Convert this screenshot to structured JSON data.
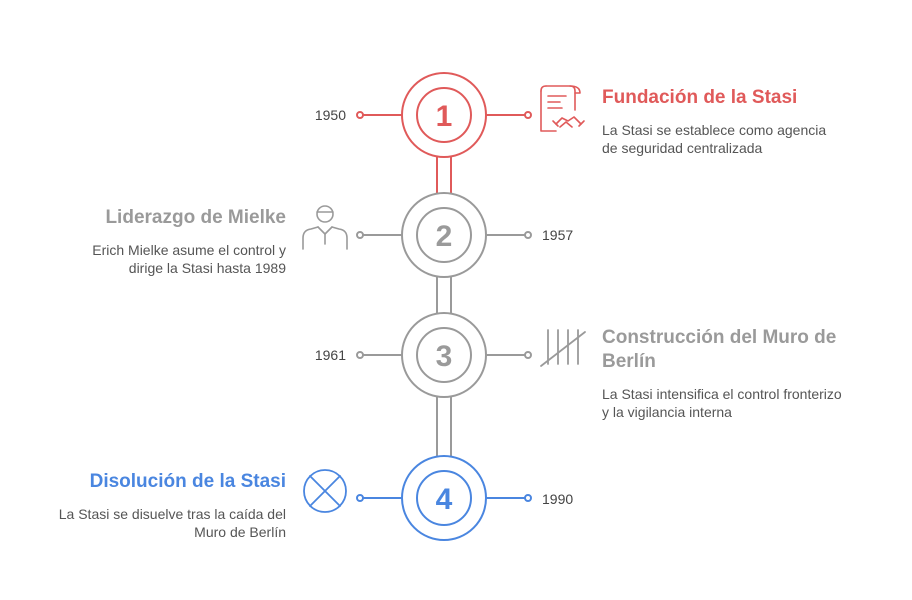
{
  "colors": {
    "red": "#e05a5a",
    "gray": "#9a9a9a",
    "blue": "#4a86e0",
    "text": "#555555"
  },
  "events": [
    {
      "number": "1",
      "year": "1950",
      "title": "Fundación de la Stasi",
      "description": "La Stasi se establece como agencia de seguridad centralizada",
      "icon": "document-handshake-icon",
      "color": "#e05a5a"
    },
    {
      "number": "2",
      "year": "1957",
      "title": "Liderazgo de Mielke",
      "description": "Erich Mielke asume el control y dirige la Stasi hasta 1989",
      "icon": "leader-person-icon",
      "color": "#9a9a9a"
    },
    {
      "number": "3",
      "year": "1961",
      "title": "Construcción del Muro de Berlín",
      "description": "La Stasi intensifica el control fronterizo y la vigilancia interna",
      "icon": "tally-marks-icon",
      "color": "#9a9a9a"
    },
    {
      "number": "4",
      "year": "1990",
      "title": "Disolución de la Stasi",
      "description": "La Stasi se disuelve tras la caída del Muro de Berlín",
      "icon": "crossed-circle-icon",
      "color": "#4a86e0"
    }
  ]
}
